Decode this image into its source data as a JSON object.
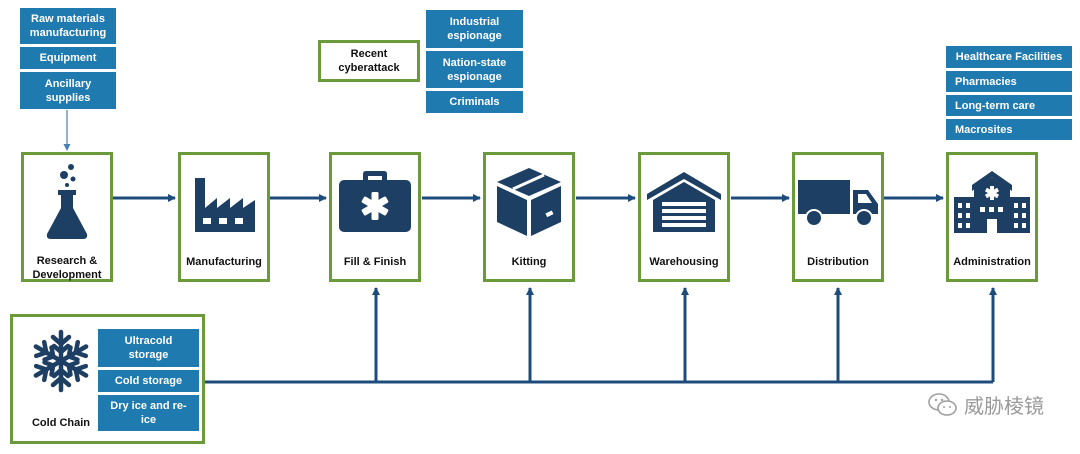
{
  "inputs": {
    "items": [
      "Raw materials\nmanufacturing",
      "Equipment",
      "Ancillary\nsupplies"
    ]
  },
  "threats": {
    "recent_attack": "Recent\ncyberattack",
    "actors": [
      "Industrial\nespionage",
      "Nation-state\nespionage",
      "Criminals"
    ]
  },
  "stages": [
    {
      "label": "Research &\nDevelopment",
      "icon": "flask-icon"
    },
    {
      "label": "Manufacturing",
      "icon": "factory-icon"
    },
    {
      "label": "Fill & Finish",
      "icon": "medical-case-icon"
    },
    {
      "label": "Kitting",
      "icon": "box-icon"
    },
    {
      "label": "Warehousing",
      "icon": "warehouse-icon"
    },
    {
      "label": "Distribution",
      "icon": "truck-icon"
    },
    {
      "label": "Administration",
      "icon": "hospital-icon"
    }
  ],
  "admin_sites": {
    "items": [
      "Healthcare Facilities",
      "Pharmacies",
      "Long-term care",
      "Macrosites"
    ]
  },
  "cold_chain": {
    "label": "Cold Chain",
    "icon": "snowflake-icon",
    "items": [
      "Ultracold\nstorage",
      "Cold storage",
      "Dry ice and re-\nice"
    ]
  },
  "watermark": {
    "text": "威胁棱镜",
    "icon": "wechat-icon"
  },
  "colors": {
    "box_blue": "#1f7ab0",
    "border_green": "#6b9a3a",
    "icon_navy": "#1d3f63",
    "arrow_navy": "#1d4c7c"
  }
}
